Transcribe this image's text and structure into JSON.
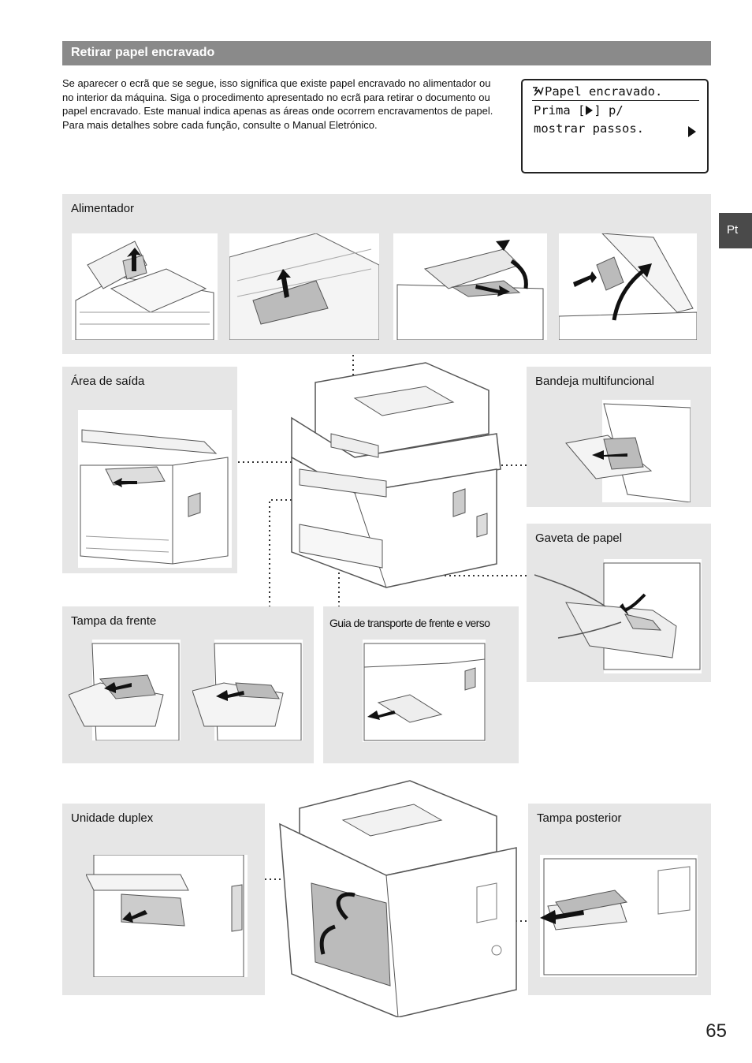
{
  "header": {
    "title": "Retirar papel encravado"
  },
  "intro": "Se aparecer o ecrã que se segue, isso significa que existe papel encravado no alimentador ou no interior da máquina. Siga o procedimento apresentado no ecrã para retirar o documento ou papel encravado. Este manual indica apenas as áreas onde ocorrem encravamentos de papel. Para mais detalhes sobre cada função, consulte o Manual Eletrónico.",
  "lcd": {
    "line1": "Papel encravado.",
    "line2_a": "Prima [",
    "line2_b": "] p/",
    "line3": "mostrar passos."
  },
  "lang_tab": "Pt",
  "panels": {
    "alimentador": "Alimentador",
    "area_saida": "Área de saída",
    "bandeja": "Bandeja multifuncional",
    "gaveta": "Gaveta de papel",
    "tampa_frente": "Tampa da frente",
    "guia": "Guia de transporte de frente e verso",
    "duplex": "Unidade duplex",
    "tampa_posterior": "Tampa posterior"
  },
  "page_number": "65",
  "colors": {
    "header_bg": "#8a8a8a",
    "panel_bg": "#e6e6e6",
    "tab_bg": "#4a4a4a"
  }
}
